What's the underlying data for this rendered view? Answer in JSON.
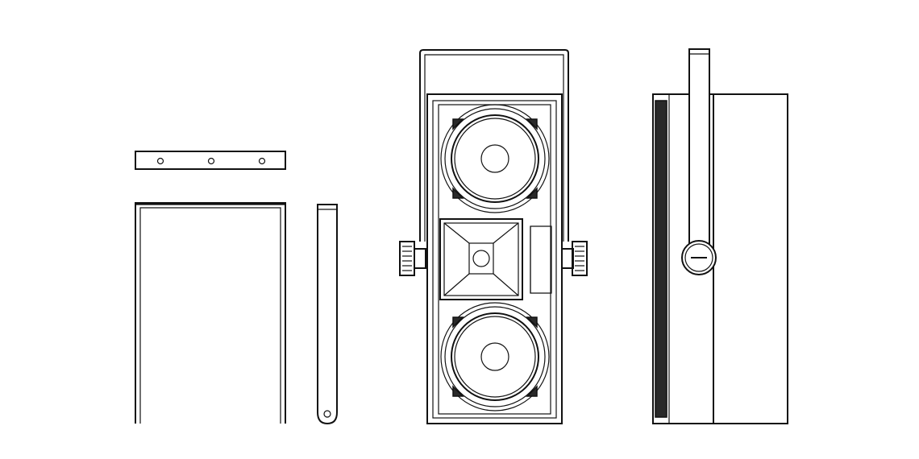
{
  "drawing": {
    "subject": "speaker-cabinet-with-mounting-bracket",
    "views": [
      {
        "name": "bracket-top-plate",
        "hole_count": 3
      },
      {
        "name": "u-bracket-front"
      },
      {
        "name": "bracket-arm-side",
        "hole_count": 1
      },
      {
        "name": "cabinet-front",
        "woofer_count": 2,
        "horn_count": 1,
        "knob_count": 2
      },
      {
        "name": "cabinet-side",
        "knob_count": 1
      }
    ],
    "colors": {
      "line": "#111111",
      "background": "#ffffff",
      "grille_edge": "#2a2a2a"
    }
  }
}
